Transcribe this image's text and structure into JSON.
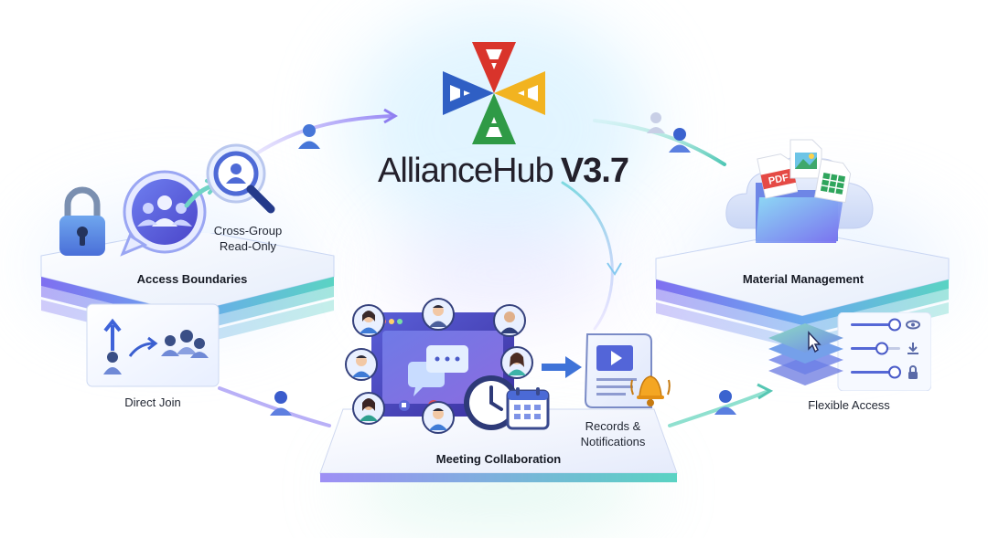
{
  "title": {
    "name": "AllianceHub",
    "version": "V3.7"
  },
  "sections": {
    "access_boundaries": "Access Boundaries",
    "cross_group": {
      "line1": "Cross-Group",
      "line2": "Read-Only"
    },
    "direct_join": "Direct Join",
    "meeting_collaboration": "Meeting Collaboration",
    "records": {
      "line1": "Records &",
      "line2": "Notifications"
    },
    "material_management": "Material Management",
    "flexible_access": "Flexible Access",
    "pdf_badge": "PDF"
  },
  "colors": {
    "logo_red": "#d9342b",
    "logo_blue": "#2f5fc4",
    "logo_yellow": "#f2b320",
    "logo_green": "#2f9a46",
    "accent_purple": "#7b5cf0",
    "accent_teal": "#3cc7b6"
  }
}
